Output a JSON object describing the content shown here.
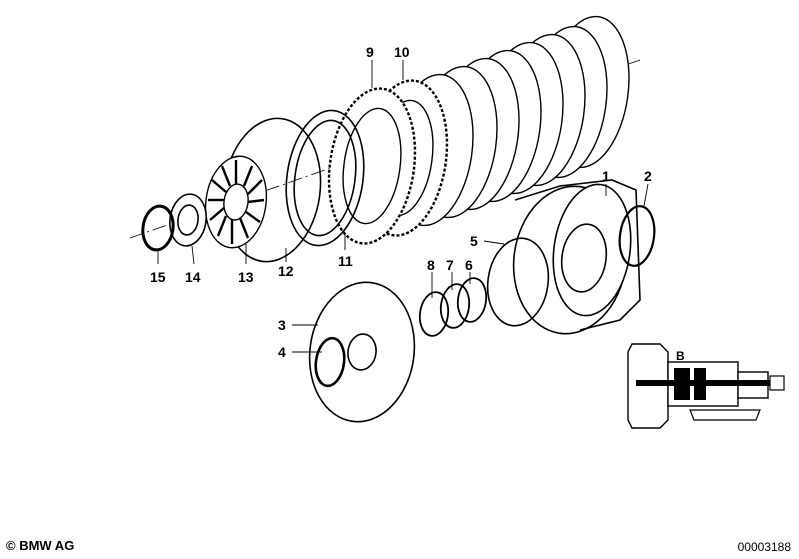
{
  "callouts": {
    "c1": "1",
    "c2": "2",
    "c3": "3",
    "c4": "4",
    "c5": "5",
    "c6": "6",
    "c7": "7",
    "c8": "8",
    "c9": "9",
    "c10": "10",
    "c11": "11",
    "c12": "12",
    "c13": "13",
    "c14": "14",
    "c15": "15"
  },
  "inset": {
    "label": "B"
  },
  "footer": {
    "copyright": "© BMW AG",
    "image_number": "00003188"
  }
}
